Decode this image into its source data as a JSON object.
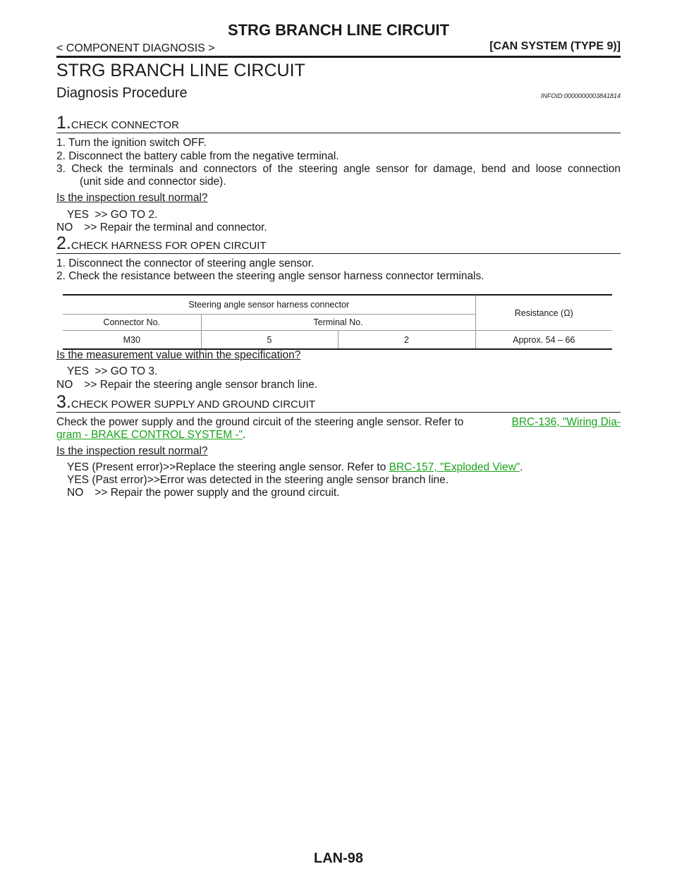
{
  "header": {
    "title": "STRG BRANCH LINE CIRCUIT",
    "breadcrumb": "< COMPONENT DIAGNOSIS >",
    "section": "[CAN SYSTEM (TYPE 9)]"
  },
  "main": {
    "heading": "STRG BRANCH LINE CIRCUIT",
    "subheading": "Diagnosis Procedure",
    "infoid": "INFOID:0000000003841814"
  },
  "step1": {
    "num": "1.",
    "title": "CHECK CONNECTOR",
    "items": [
      "1.  Turn the ignition switch OFF.",
      "2.  Disconnect the battery cable from the negative terminal.",
      "3.  Check the terminals and connectors of the steering angle sensor for damage, bend and loose connection",
      "(unit side and connector side)."
    ],
    "question": "Is the inspection result normal?",
    "answers": [
      {
        "key": "YES",
        "text": ">> GO TO 2."
      },
      {
        "key": "NO",
        "text": ">> Repair the terminal and connector."
      }
    ]
  },
  "step2": {
    "num": "2.",
    "title": "CHECK HARNESS FOR OPEN CIRCUIT",
    "items": [
      "1.  Disconnect the connector of steering angle sensor.",
      "2.  Check the resistance between the steering angle sensor harness connector terminals."
    ],
    "table": {
      "group_header": "Steering angle sensor harness connector",
      "resistance_header": "Resistance (Ω)",
      "connector_header": "Connector No.",
      "terminal_header": "Terminal No.",
      "row": [
        "M30",
        "5",
        "2",
        "Approx. 54 – 66"
      ]
    },
    "question": "Is the measurement value within the specification?",
    "answers": [
      {
        "key": "YES",
        "text": ">> GO TO 3."
      },
      {
        "key": "NO",
        "text": ">> Repair the steering angle sensor branch line."
      }
    ]
  },
  "step3": {
    "num": "3.",
    "title": "CHECK POWER SUPPLY AND GROUND CIRCUIT",
    "body_line1": "Check the power supply and the ground circuit of the steering angle sensor. Refer to",
    "link1_part1": "BRC-136, \"Wiring Dia-",
    "link1_part2": "gram - BRAKE CONTROL SYSTEM -\"",
    "period": ".",
    "question": "Is the inspection result normal?",
    "answer1_text": "YES (Present error)>>Replace the steering angle sensor. Refer to ",
    "link2": "BRC-157, \"Exploded View\"",
    "answer2_text": "YES (Past error)>>Error was detected in the steering angle sensor branch line.",
    "answer3_key": "NO",
    "answer3_text": ">> Repair the power supply and the ground circuit."
  },
  "footer": {
    "page_number": "LAN-98"
  }
}
